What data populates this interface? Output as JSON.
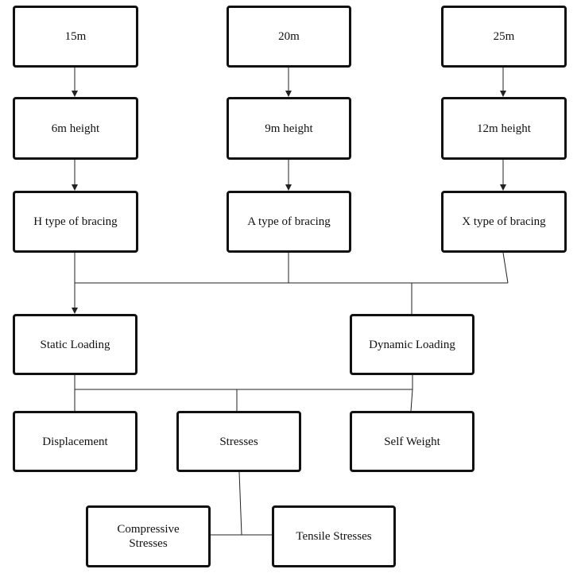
{
  "nodes": {
    "span_15": "15m",
    "span_20": "20m",
    "span_25": "25m",
    "height_6": "6m height",
    "height_9": "9m height",
    "height_12": "12m height",
    "bracing_h": "H type of bracing",
    "bracing_a": "A type of bracing",
    "bracing_x": "X type of bracing",
    "static_loading": "Static Loading",
    "dynamic_loading": "Dynamic Loading",
    "displacement": "Displacement",
    "stresses": "Stresses",
    "self_weight": "Self Weight",
    "compressive_stresses_line1": "Compressive",
    "compressive_stresses_line2": "Stresses",
    "tensile_stresses": "Tensile Stresses"
  },
  "colors": {
    "box_border": "#111111",
    "connector": "#222222",
    "background": "#ffffff"
  }
}
